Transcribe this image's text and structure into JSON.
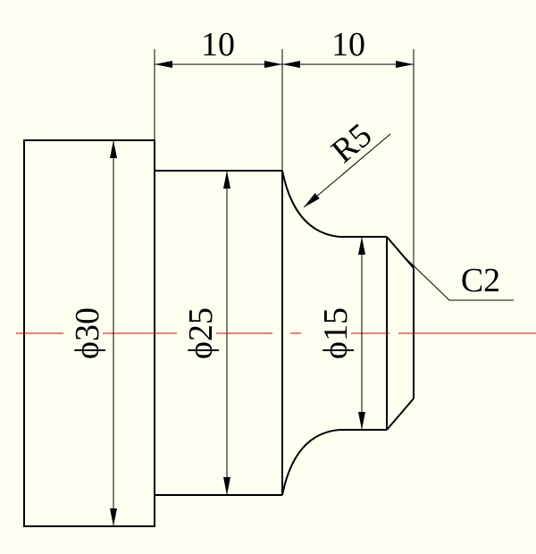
{
  "colors": {
    "background": "#fffff0",
    "line": "#000000",
    "centerline": "#d40000"
  },
  "dimensions": {
    "length_left": "10",
    "length_right": "10",
    "radius": "R5",
    "chamfer": "C2",
    "diameter_large": "ϕ30",
    "diameter_mid": "ϕ25",
    "diameter_small": "ϕ15"
  }
}
